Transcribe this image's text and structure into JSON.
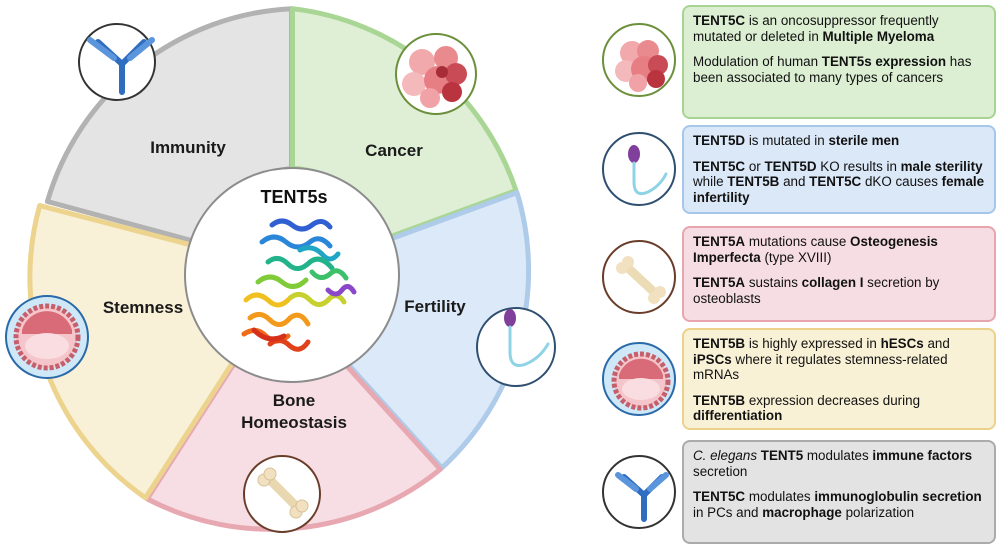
{
  "center": {
    "title": "TENT5s"
  },
  "segments": [
    {
      "label": "Immunity"
    },
    {
      "label": "Cancer"
    },
    {
      "label": "Fertility"
    },
    {
      "label_line1": "Bone",
      "label_line2": "Homeostasis"
    },
    {
      "label": "Stemness"
    }
  ],
  "panels": [
    {
      "paragraphs": [
        [
          {
            "t": "TENT5C",
            "b": true
          },
          {
            "t": " is an oncosuppressor frequently mutated or deleted in "
          },
          {
            "t": "Multiple Myeloma",
            "b": true
          }
        ],
        [
          {
            "t": "Modulation of human "
          },
          {
            "t": "TENT5s expression",
            "b": true
          },
          {
            "t": " has been associated to many types of cancers"
          }
        ]
      ]
    },
    {
      "paragraphs": [
        [
          {
            "t": "TENT5D",
            "b": true
          },
          {
            "t": " is mutated in "
          },
          {
            "t": "sterile men",
            "b": true
          }
        ],
        [
          {
            "t": "TENT5C",
            "b": true
          },
          {
            "t": " or "
          },
          {
            "t": "TENT5D",
            "b": true
          },
          {
            "t": " KO results in "
          },
          {
            "t": "male sterility",
            "b": true
          },
          {
            "t": " while "
          },
          {
            "t": "TENT5B",
            "b": true
          },
          {
            "t": " and "
          },
          {
            "t": "TENT5C",
            "b": true
          },
          {
            "t": " dKO causes "
          },
          {
            "t": "female infertility",
            "b": true
          }
        ]
      ]
    },
    {
      "paragraphs": [
        [
          {
            "t": "TENT5A",
            "b": true
          },
          {
            "t": " mutations cause "
          },
          {
            "t": "Osteogenesis Imperfecta",
            "b": true
          },
          {
            "t": " (type XVIII)"
          }
        ],
        [
          {
            "t": "TENT5A",
            "b": true
          },
          {
            "t": " sustains "
          },
          {
            "t": "collagen I",
            "b": true
          },
          {
            "t": " secretion by osteoblasts"
          }
        ]
      ]
    },
    {
      "paragraphs": [
        [
          {
            "t": "TENT5B",
            "b": true
          },
          {
            "t": " is highly expressed in "
          },
          {
            "t": "hESCs",
            "b": true
          },
          {
            "t": " and "
          },
          {
            "t": "iPSCs",
            "b": true
          },
          {
            "t": " where it regulates stemness-related mRNAs"
          }
        ],
        [
          {
            "t": "TENT5B",
            "b": true
          },
          {
            "t": " expression decreases during "
          },
          {
            "t": "differentiation",
            "b": true
          }
        ]
      ]
    },
    {
      "paragraphs": [
        [
          {
            "t": "C. elegans",
            "i": true
          },
          {
            "t": " "
          },
          {
            "t": "TENT5",
            "b": true
          },
          {
            "t": " modulates "
          },
          {
            "t": "immune factors",
            "b": true
          },
          {
            "t": " secretion"
          }
        ],
        [
          {
            "t": "TENT5C",
            "b": true
          },
          {
            "t": " modulates "
          },
          {
            "t": "immunoglobulin secretion",
            "b": true
          },
          {
            "t": " in PCs and "
          },
          {
            "t": "macrophage",
            "b": true
          },
          {
            "t": " polarization"
          }
        ]
      ]
    }
  ]
}
